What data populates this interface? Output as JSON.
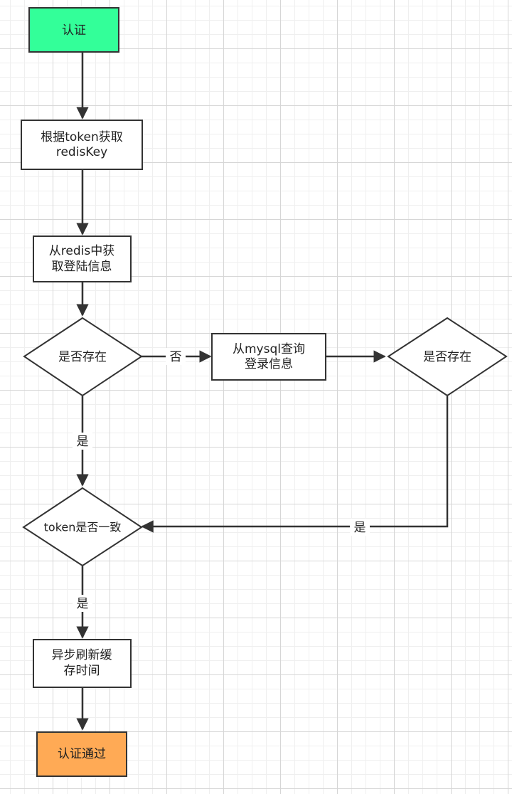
{
  "nodes": {
    "auth": {
      "label": "认证",
      "fill": "#33ff99"
    },
    "get_redis_key": {
      "line1": "根据token获取",
      "line2": "redisKey"
    },
    "get_login_redis": {
      "line1": "从redis中获",
      "line2": "取登陆信息"
    },
    "exists_check_1": {
      "label": "是否存在"
    },
    "query_mysql": {
      "line1": "从mysql查询",
      "line2": "登录信息"
    },
    "exists_check_2": {
      "label": "是否存在"
    },
    "token_match": {
      "label": "token是否一致"
    },
    "refresh_cache": {
      "line1": "异步刷新缓",
      "line2": "存时间"
    },
    "auth_passed": {
      "label": "认证通过",
      "fill": "#ffaa55"
    }
  },
  "edges": {
    "exists1_no": "否",
    "exists1_yes": "是",
    "exists2_yes": "是",
    "token_yes": "是"
  }
}
